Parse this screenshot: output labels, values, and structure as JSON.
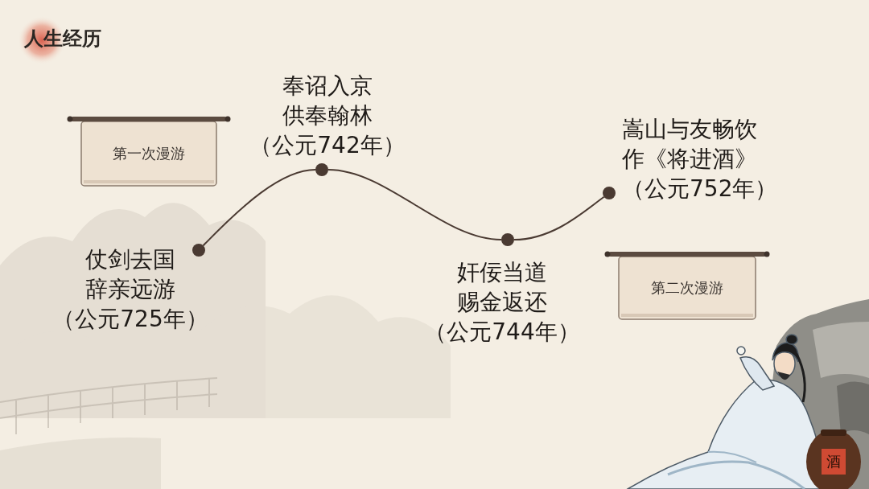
{
  "diagram": {
    "title": "人生经历",
    "nodes": [
      {
        "text": [
          "第一次漫游"
        ]
      },
      {
        "text": [
          "仗剑去国 辞亲远游",
          "（公元725年）"
        ]
      },
      {
        "text": [
          "奉诏入京 供奉翰林",
          "（公元742年）"
        ]
      },
      {
        "text": [
          "奸佞当道 赐金返还",
          "（公元744年）"
        ]
      },
      {
        "text": [
          "嵩山与友畅饮 作《将进酒》",
          "（公元752年）"
        ]
      },
      {
        "text": [
          "第二次漫游"
        ]
      }
    ],
    "edges": [
      {
        "from": 1,
        "to": 2,
        "arrow": "none"
      },
      {
        "from": 2,
        "to": 3,
        "arrow": "none"
      },
      {
        "from": 3,
        "to": 4,
        "arrow": "none"
      }
    ],
    "labels": [
      "酒"
    ]
  }
}
